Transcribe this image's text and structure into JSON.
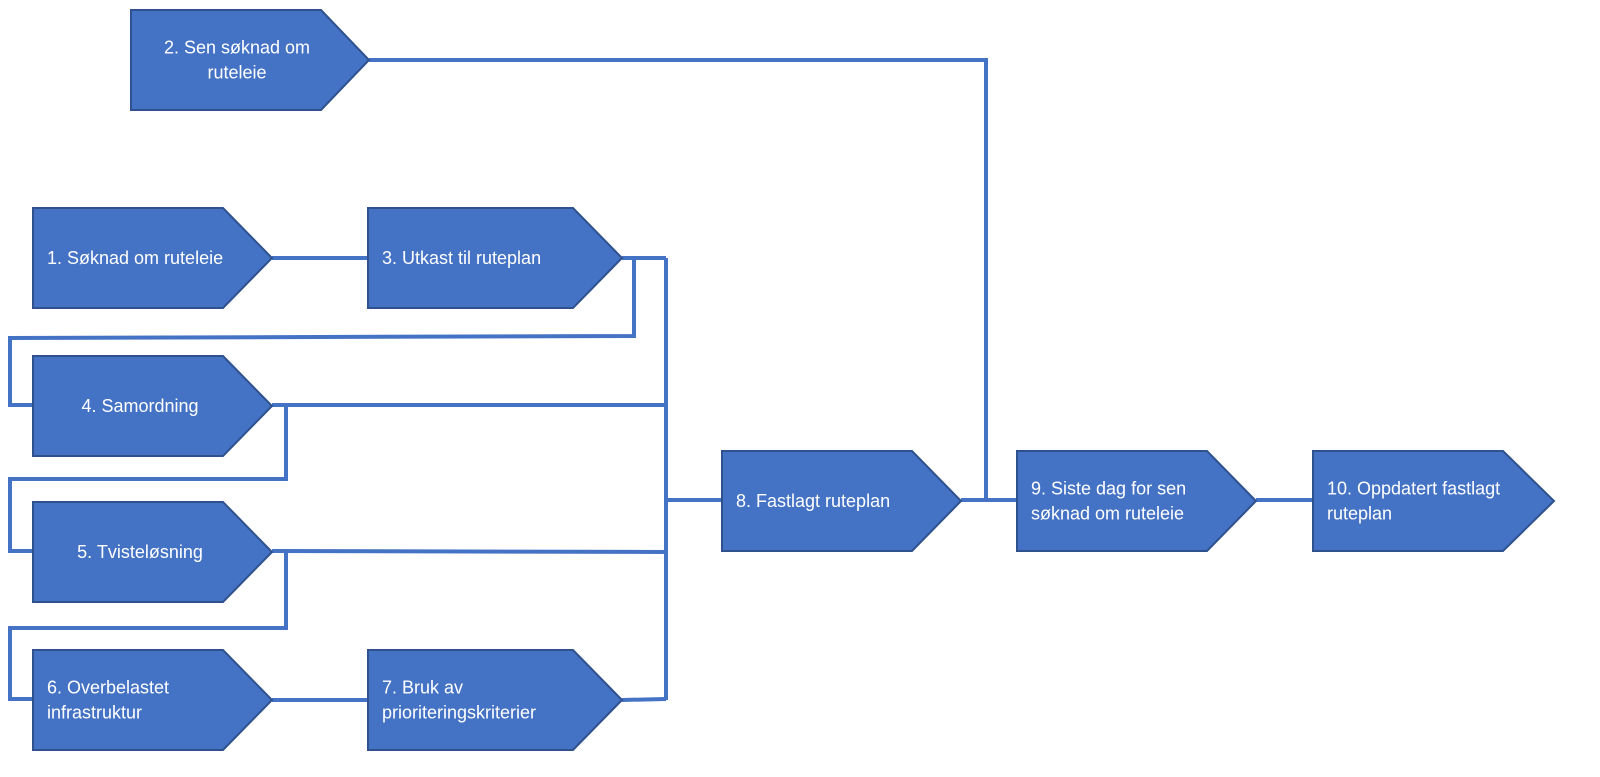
{
  "colors": {
    "shape_fill": "#4472C4",
    "shape_stroke": "#2F528F",
    "connector": "#4472C4",
    "label_text": "#FFFFFF",
    "background": "#FFFFFF"
  },
  "steps": [
    {
      "id": "s1",
      "lines": [
        "1. Søknad om ruteleie"
      ]
    },
    {
      "id": "s2",
      "lines": [
        "2. Sen søknad om",
        "ruteleie"
      ]
    },
    {
      "id": "s3",
      "lines": [
        "3. Utkast til ruteplan"
      ]
    },
    {
      "id": "s4",
      "lines": [
        "4. Samordning"
      ]
    },
    {
      "id": "s5",
      "lines": [
        "5. Tvisteløsning"
      ]
    },
    {
      "id": "s6",
      "lines": [
        "6. Overbelastet",
        "infrastruktur"
      ]
    },
    {
      "id": "s7",
      "lines": [
        "7. Bruk av",
        "prioriteringskriterier"
      ]
    },
    {
      "id": "s8",
      "lines": [
        "8. Fastlagt ruteplan"
      ]
    },
    {
      "id": "s9",
      "lines": [
        "9. Siste dag for sen",
        "søknad om ruteleie"
      ]
    },
    {
      "id": "s10",
      "lines": [
        "10. Oppdatert fastlagt",
        "ruteplan"
      ]
    }
  ]
}
